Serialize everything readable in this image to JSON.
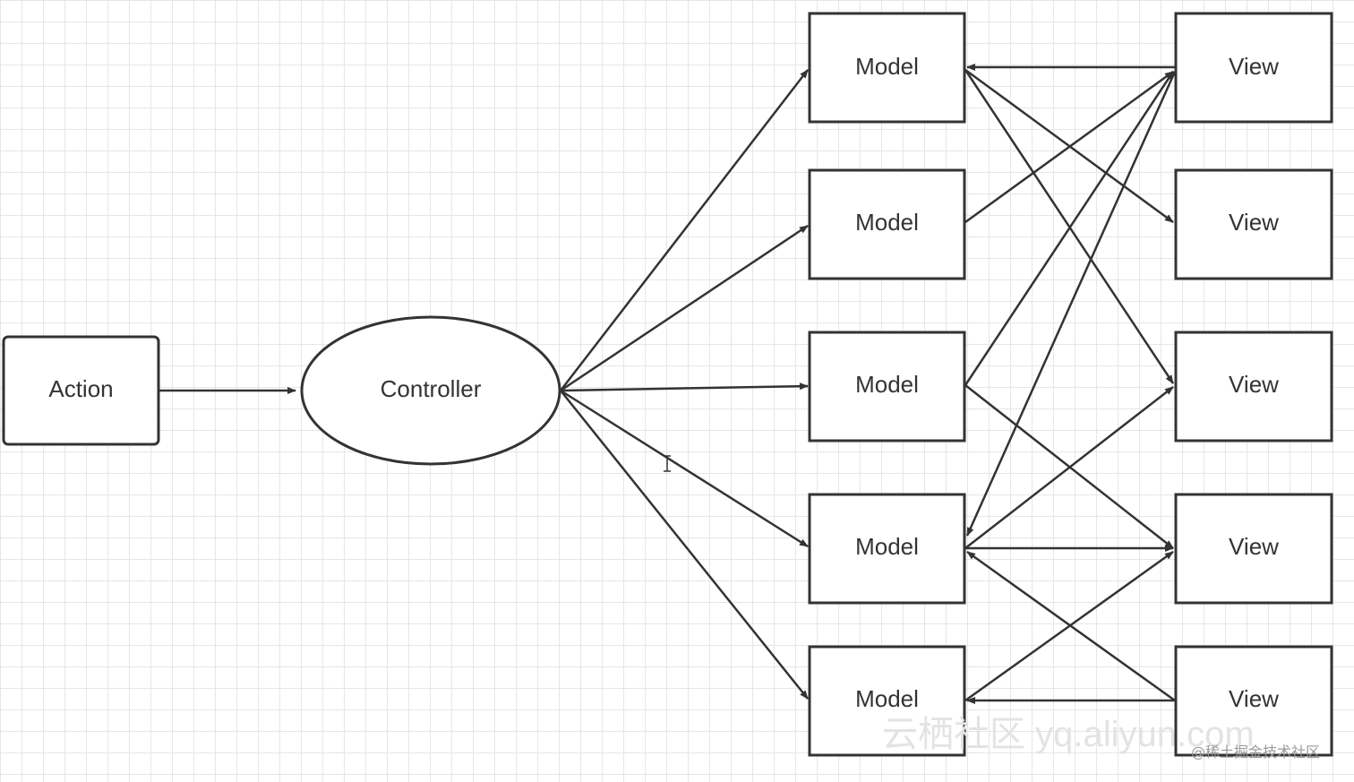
{
  "diagram": {
    "action": {
      "label": "Action"
    },
    "controller": {
      "label": "Controller"
    },
    "models": [
      {
        "label": "Model"
      },
      {
        "label": "Model"
      },
      {
        "label": "Model"
      },
      {
        "label": "Model"
      },
      {
        "label": "Model"
      }
    ],
    "views": [
      {
        "label": "View"
      },
      {
        "label": "View"
      },
      {
        "label": "View"
      },
      {
        "label": "View"
      },
      {
        "label": "View"
      }
    ],
    "edges": [
      {
        "from": "action",
        "to": "controller"
      },
      {
        "from": "controller",
        "to": "model-1"
      },
      {
        "from": "controller",
        "to": "model-2"
      },
      {
        "from": "controller",
        "to": "model-3"
      },
      {
        "from": "controller",
        "to": "model-4"
      },
      {
        "from": "controller",
        "to": "model-5"
      },
      {
        "from": "view-1",
        "to": "model-1"
      },
      {
        "from": "model-1",
        "to": "view-2"
      },
      {
        "from": "model-1",
        "to": "view-3"
      },
      {
        "from": "model-2",
        "to": "view-1"
      },
      {
        "from": "model-3",
        "to": "view-1"
      },
      {
        "from": "model-3",
        "to": "view-4"
      },
      {
        "from": "view-1",
        "to": "model-4"
      },
      {
        "from": "model-4",
        "to": "view-3"
      },
      {
        "from": "model-4",
        "to": "view-4"
      },
      {
        "from": "view-5",
        "to": "model-4"
      },
      {
        "from": "view-5",
        "to": "model-5"
      },
      {
        "from": "model-5",
        "to": "view-4"
      }
    ]
  },
  "watermark": {
    "text": "云栖社区 yq.aliyun.com"
  },
  "credit": {
    "text": "@稀土掘金技术社区"
  },
  "colors": {
    "stroke": "#333333",
    "grid": "#e6e6e6",
    "background": "#ffffff"
  }
}
